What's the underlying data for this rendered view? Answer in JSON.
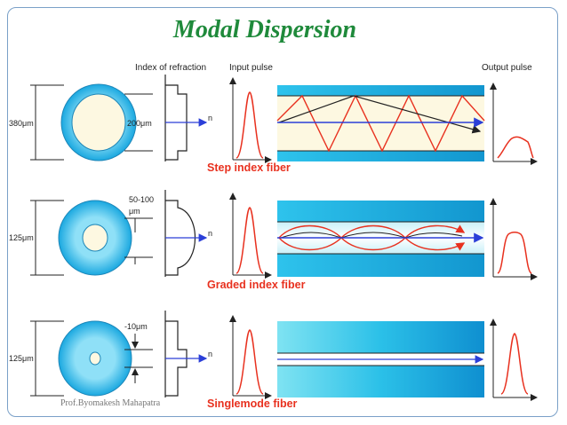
{
  "slide": {
    "title": "Modal Dispersion",
    "footer": "Prof.Byomakesh Mahapatra",
    "headers": {
      "index_of_refraction": "Index of refraction",
      "input_pulse": "Input pulse",
      "output_pulse": "Output pulse"
    },
    "rows": [
      {
        "fiber_name": "Step index fiber",
        "outer_diameter": "380μm",
        "core_diameter": "200μm",
        "core_diameter_line2": "",
        "profile_axis": "n"
      },
      {
        "fiber_name": "Graded index fiber",
        "outer_diameter": "125μm",
        "core_diameter": "50-100",
        "core_diameter_line2": "μm",
        "profile_axis": "n"
      },
      {
        "fiber_name": "Singlemode fiber",
        "outer_diameter": "125μm",
        "core_diameter": "-10μm",
        "core_diameter_line2": "",
        "profile_axis": "n"
      }
    ]
  },
  "colors": {
    "title": "#1f8a3b",
    "fiber_name": "#e8311f",
    "ray": "#e8311f",
    "axis_ray": "#2b3fd8",
    "cladding": "#22b6e6",
    "core": "#fdf8e1"
  }
}
